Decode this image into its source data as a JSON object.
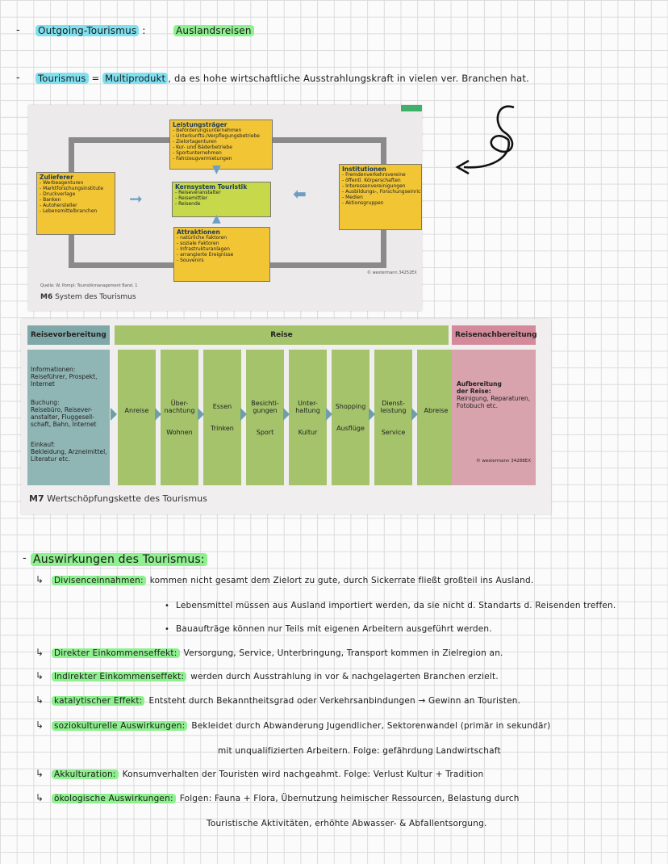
{
  "line1": {
    "dash": "-",
    "term": "Outgoing-Tourismus",
    "colon": ":",
    "value": "Auslandsreisen"
  },
  "line2": {
    "dash": "-",
    "term": "Tourismus",
    "eq": "=",
    "value": "Multiprodukt",
    "rest": ", da es hohe wirtschaftliche Ausstrahlungskraft in vielen ver. Branchen hat."
  },
  "photo1": {
    "leistung": {
      "title": "Leistungsträger",
      "items": "- Beförderungsunternehmen\n- Unterkunfts-/Verpflegungsbetriebe\n- Zielortagenturen\n- Kur- und Bäderbetriebe\n- Sportunternehmen\n- Fahrzeugvermietungen"
    },
    "zulieferer": {
      "title": "Zulieferer",
      "items": "- Werbeagenturen\n- Marktforschungsinstitute\n- Druckverlage\n- Banken\n- Autohersteller\n- Lebensmittelbranchen"
    },
    "kern": {
      "title": "Kernsystem Touristik",
      "items": "- Reiseveranstalter\n- Reisemittler\n- Reisende"
    },
    "institutionen": {
      "title": "Institutionen",
      "items": "- Fremdenverkehrsvereine\n- öffentl. Körperschaften\n- Interessenvereinigungen\n- Ausbildungs-, Forschungseinrichtungen\n- Medien\n- Aktionsgruppen"
    },
    "attraktionen": {
      "title": "Attraktionen",
      "items": "- natürliche Faktoren\n- soziale Faktoren\n- Infrastrukturanlagen\n- arrangierte Ereignisse\n- Souvenirs"
    },
    "source": "Quelle: W. Pompl: Touristikmanagement Band. 1",
    "credit": "© westermann 34252EX",
    "caption_num": "M6",
    "caption": "System des Tourismus"
  },
  "photo2": {
    "reisevorbereitung": "Reisevorbereitung",
    "reise": "Reise",
    "reisenachbereitung": "Reisenachbereitung",
    "info": "Informationen:\nReiseführer, Prospekt,\nInternet",
    "buchung": "Buchung:\nReisebüro, Reisever-\nanstalter, Fluggesell-\nschaft, Bahn, Internet",
    "einkauf": "Einkauf:\nBekleidung, Arzneimittel,\nLiteratur etc.",
    "cols": [
      {
        "a": "Anreise",
        "b": ""
      },
      {
        "a": "Über-\nnachtung",
        "b": "Wohnen"
      },
      {
        "a": "Essen",
        "b": "Trinken"
      },
      {
        "a": "Besichti-\ngungen",
        "b": "Sport"
      },
      {
        "a": "Unter-\nhaltung",
        "b": "Kultur"
      },
      {
        "a": "Shopping",
        "b": "Ausflüge"
      },
      {
        "a": "Dienst-\nleistung",
        "b": "Service"
      },
      {
        "a": "Abreise",
        "b": ""
      }
    ],
    "aufbereitung_title": "Aufbereitung\nder Reise:",
    "aufbereitung": "Reinigung, Reparaturen,\nFotobuch etc.",
    "credit": "© westermann 34288EX",
    "caption_num": "M7",
    "caption": "Wertschöpfungskette des Tourismus"
  },
  "section": {
    "dash": "-",
    "title": "Auswirkungen des Tourismus:",
    "items": [
      {
        "term": "Divisenceinnahmen:",
        "text": "kommen nicht gesamt dem Zielort zu gute, durch Sickerrate fließt großteil ins Ausland."
      },
      {
        "term": "",
        "text": "Lebensmittel müssen aus Ausland importiert werden, da sie nicht d. Standarts d. Reisenden treffen."
      },
      {
        "term": "",
        "text": "Bauaufträge können nur Teils mit eigenen Arbeitern ausgeführt werden."
      },
      {
        "term": "Direkter Einkommenseffekt:",
        "text": "Versorgung, Service, Unterbringung, Transport kommen in Zielregion an."
      },
      {
        "term": "Indirekter Einkommenseffekt:",
        "text": "werden durch Ausstrahlung in vor & nachgelagerten Branchen erzielt."
      },
      {
        "term": "katalytischer Effekt:",
        "text": "Entsteht durch Bekanntheitsgrad oder Verkehrsanbindungen → Gewinn an Touristen."
      },
      {
        "term": "soziokulturelle Auswirkungen:",
        "text": "Bekleidet durch Abwanderung Jugendlicher, Sektorenwandel (primär in sekundär)"
      },
      {
        "term": "",
        "text": "mit unqualifizierten Arbeitern. Folge: gefährdung Landwirtschaft"
      },
      {
        "term": "Akkulturation:",
        "text": "Konsumverhalten der Touristen wird nachgeahmt. Folge: Verlust Kultur + Tradition"
      },
      {
        "term": "ökologische Auswirkungen:",
        "text": "Folgen: Fauna + Flora, Übernutzung heimischer Ressourcen, Belastung durch"
      },
      {
        "term": "",
        "text": "Touristische Aktivitäten, erhöhte Abwasser- & Abfallentsorgung."
      }
    ]
  }
}
